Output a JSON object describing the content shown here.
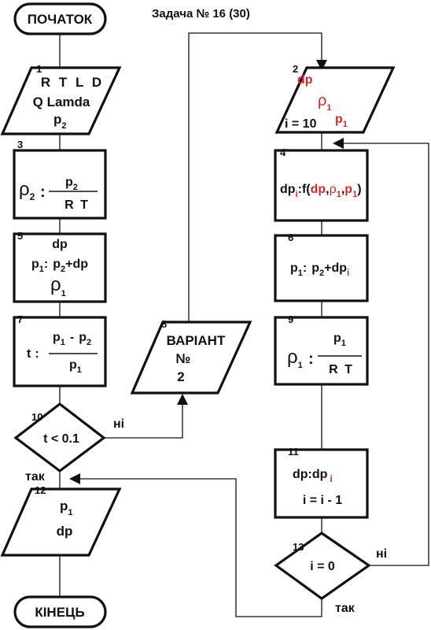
{
  "title": "Задача № 16 (30)",
  "start": "ПОЧАТОК",
  "end": "КІНЕЦЬ",
  "branches": {
    "no": "ні",
    "yes": "так"
  },
  "blocks": {
    "b1": {
      "num": "1",
      "line1": "R T L D",
      "line2": "Q Lamda",
      "line3": "p",
      "line3_sub": "2"
    },
    "b2": {
      "num": "2",
      "dp": "dp",
      "rho": "ρ",
      "rho_sub": "1",
      "i_text": "i = 10",
      "p": "p",
      "p_sub": "1"
    },
    "b3": {
      "num": "3",
      "rho": "ρ",
      "rho_sub": "2",
      "assign": ":",
      "numer": "p",
      "numer_sub": "2",
      "denom": "R T"
    },
    "b4": {
      "num": "4",
      "lhs": "dp",
      "lhs_sub": "i",
      "func_open": ":f(",
      "a1": "dp",
      "comma1": ",",
      "a2": "ρ",
      "a2_sub": "1",
      "comma2": ",",
      "a3": "p",
      "a3_sub": "1",
      "close": ")"
    },
    "b5": {
      "num": "5",
      "dp": "dp",
      "lhs": "p",
      "lhs_sub": "1",
      "assign": ":",
      "rhs_p": "p",
      "rhs_sub": "2",
      "rhs_tail": "+dp",
      "rho": "ρ",
      "rho_sub": "1"
    },
    "b6": {
      "num": "6",
      "lhs": "p",
      "lhs_sub": "1",
      "assign": ":",
      "rhs_p": "p",
      "rhs_sub": "2",
      "rhs_tail": "+dp",
      "tail_sub": "i"
    },
    "b7": {
      "num": "7",
      "lhs": "t",
      "assign": ":",
      "n1": "p",
      "n1_sub": "1",
      "minus": "-",
      "n2": "p",
      "n2_sub": "2",
      "den": "p",
      "den_sub": "1"
    },
    "b8": {
      "num": "8",
      "line1": "ВАРІАНТ",
      "line2": "№",
      "line3": "2"
    },
    "b9": {
      "num": "9",
      "rho": "ρ",
      "rho_sub": "1",
      "assign": ":",
      "numer": "p",
      "numer_sub": "1",
      "denom": "R T"
    },
    "b10": {
      "num": "10",
      "cond": "t < 0.1"
    },
    "b11": {
      "num": "11",
      "line1": "dp:dp",
      "line1_sub": "i",
      "line2": "i = i - 1"
    },
    "b12": {
      "num": "12",
      "line1": "p",
      "line1_sub": "1",
      "line2": "dp"
    },
    "b13": {
      "num": "13",
      "cond": "i = 0"
    }
  }
}
